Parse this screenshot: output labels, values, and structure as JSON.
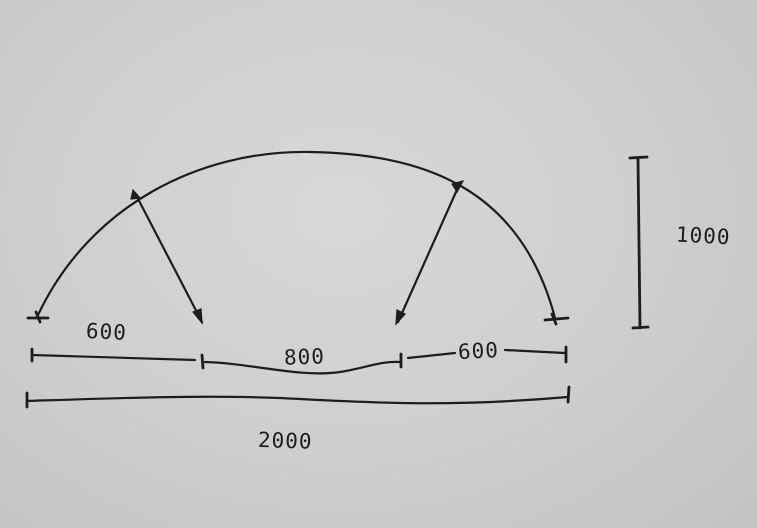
{
  "dimensions": {
    "left_span": "600",
    "middle_span": "800",
    "right_span": "600",
    "total_span": "2000",
    "height": "1000"
  }
}
